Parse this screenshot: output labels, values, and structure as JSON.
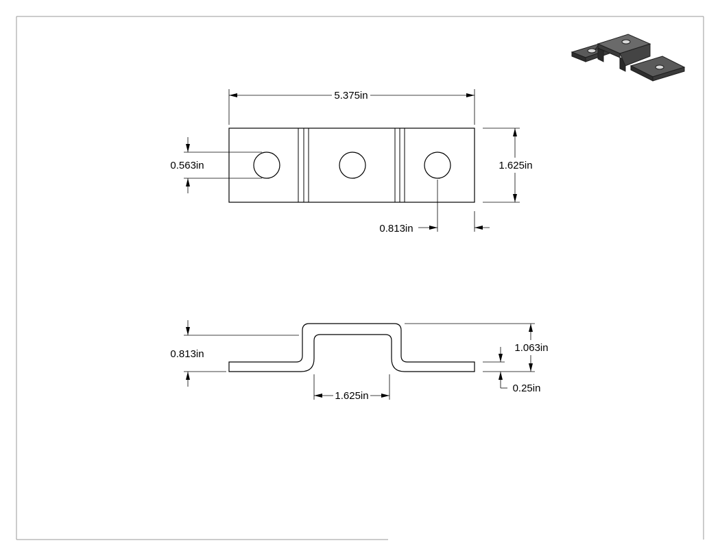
{
  "drawing": {
    "top_view": {
      "overall_length": "5.375in",
      "width": "1.625in",
      "hole_diameter": "0.563in",
      "hole_edge_offset": "0.813in"
    },
    "side_view": {
      "left_height": "0.813in",
      "overall_height": "1.063in",
      "thickness": "0.25in",
      "channel_width": "1.625in"
    },
    "iso_view": {
      "icon": "bracket-3d-icon",
      "colors": {
        "face": "#4a4a4a",
        "edge": "#1e1e1e",
        "top": "#6a6a6a"
      }
    }
  }
}
